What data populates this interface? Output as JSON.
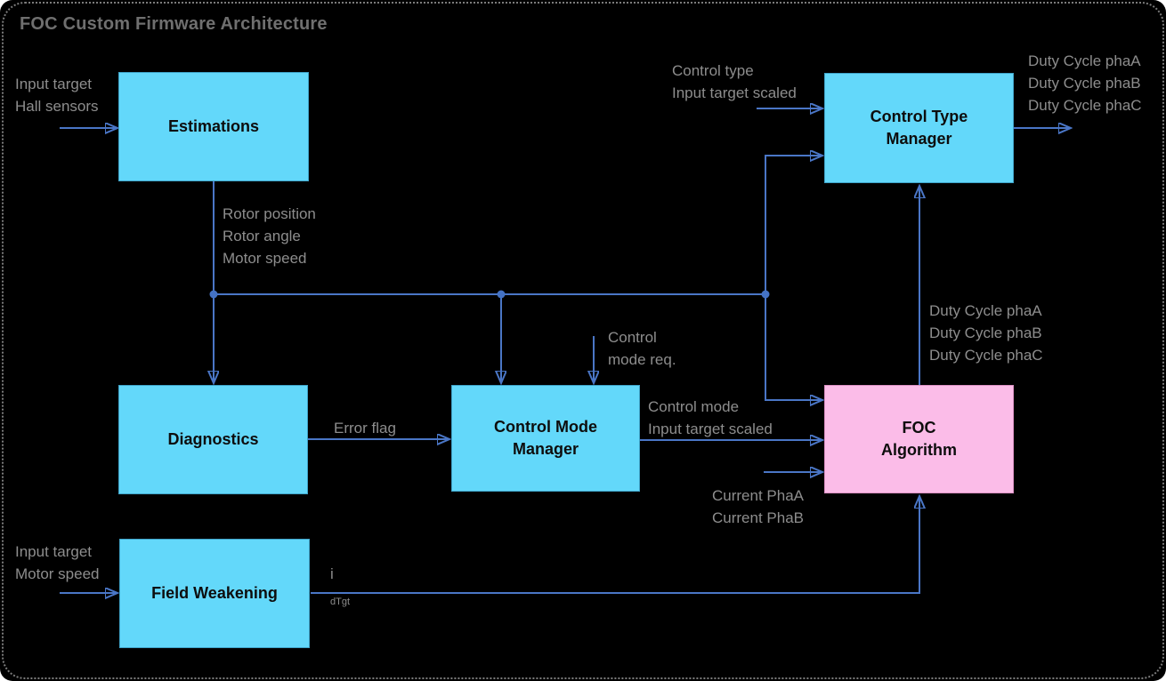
{
  "title": "FOC Custom Firmware Architecture",
  "colors": {
    "background": "#000000",
    "box_cyan": "#63d8fa",
    "box_pink": "#fbbce8",
    "connector_blue": "#4a76c6",
    "arrowhead_blue": "#3a62ae",
    "junction_dot_blue": "#4472c4",
    "label_gray": "#8d8d8d",
    "title_gray": "#6f6f6f",
    "block_text": "#0d0d0d",
    "frame_gray": "#7b7b7b"
  },
  "blocks": {
    "estimations": {
      "lines": [
        "Estimations"
      ]
    },
    "control_type_manager": {
      "lines": [
        "Control Type",
        "Manager"
      ]
    },
    "diagnostics": {
      "lines": [
        "Diagnostics"
      ]
    },
    "control_mode_manager": {
      "lines": [
        "Control Mode",
        "Manager"
      ]
    },
    "foc_algorithm": {
      "lines": [
        "FOC",
        "Algorithm"
      ]
    },
    "field_weakening": {
      "lines": [
        "Field Weakening"
      ]
    }
  },
  "signal_labels": {
    "estimations_inputs": [
      "Input target",
      "Hall sensors"
    ],
    "estimations_outputs": [
      "Rotor position",
      "Rotor angle",
      "Motor speed"
    ],
    "control_type_manager_inputs": [
      "Control type",
      "Input target scaled"
    ],
    "duty_cycle_outputs": [
      "Duty Cycle phaA",
      "Duty Cycle phaB",
      "Duty Cycle phaC"
    ],
    "control_mode_request": [
      "Control",
      "mode req."
    ],
    "error_flag": [
      "Error flag"
    ],
    "control_mode_manager_outputs": [
      "Control mode",
      "Input target scaled"
    ],
    "current_inputs": [
      "Current PhaA",
      "Current PhaB"
    ],
    "foc_duty_outputs": [
      "Duty Cycle phaA",
      "Duty Cycle phaB",
      "Duty Cycle phaC"
    ],
    "field_weakening_inputs": [
      "Input target",
      "Motor speed"
    ],
    "field_weakening_output": {
      "base": "i",
      "sub": "dTgt"
    }
  }
}
